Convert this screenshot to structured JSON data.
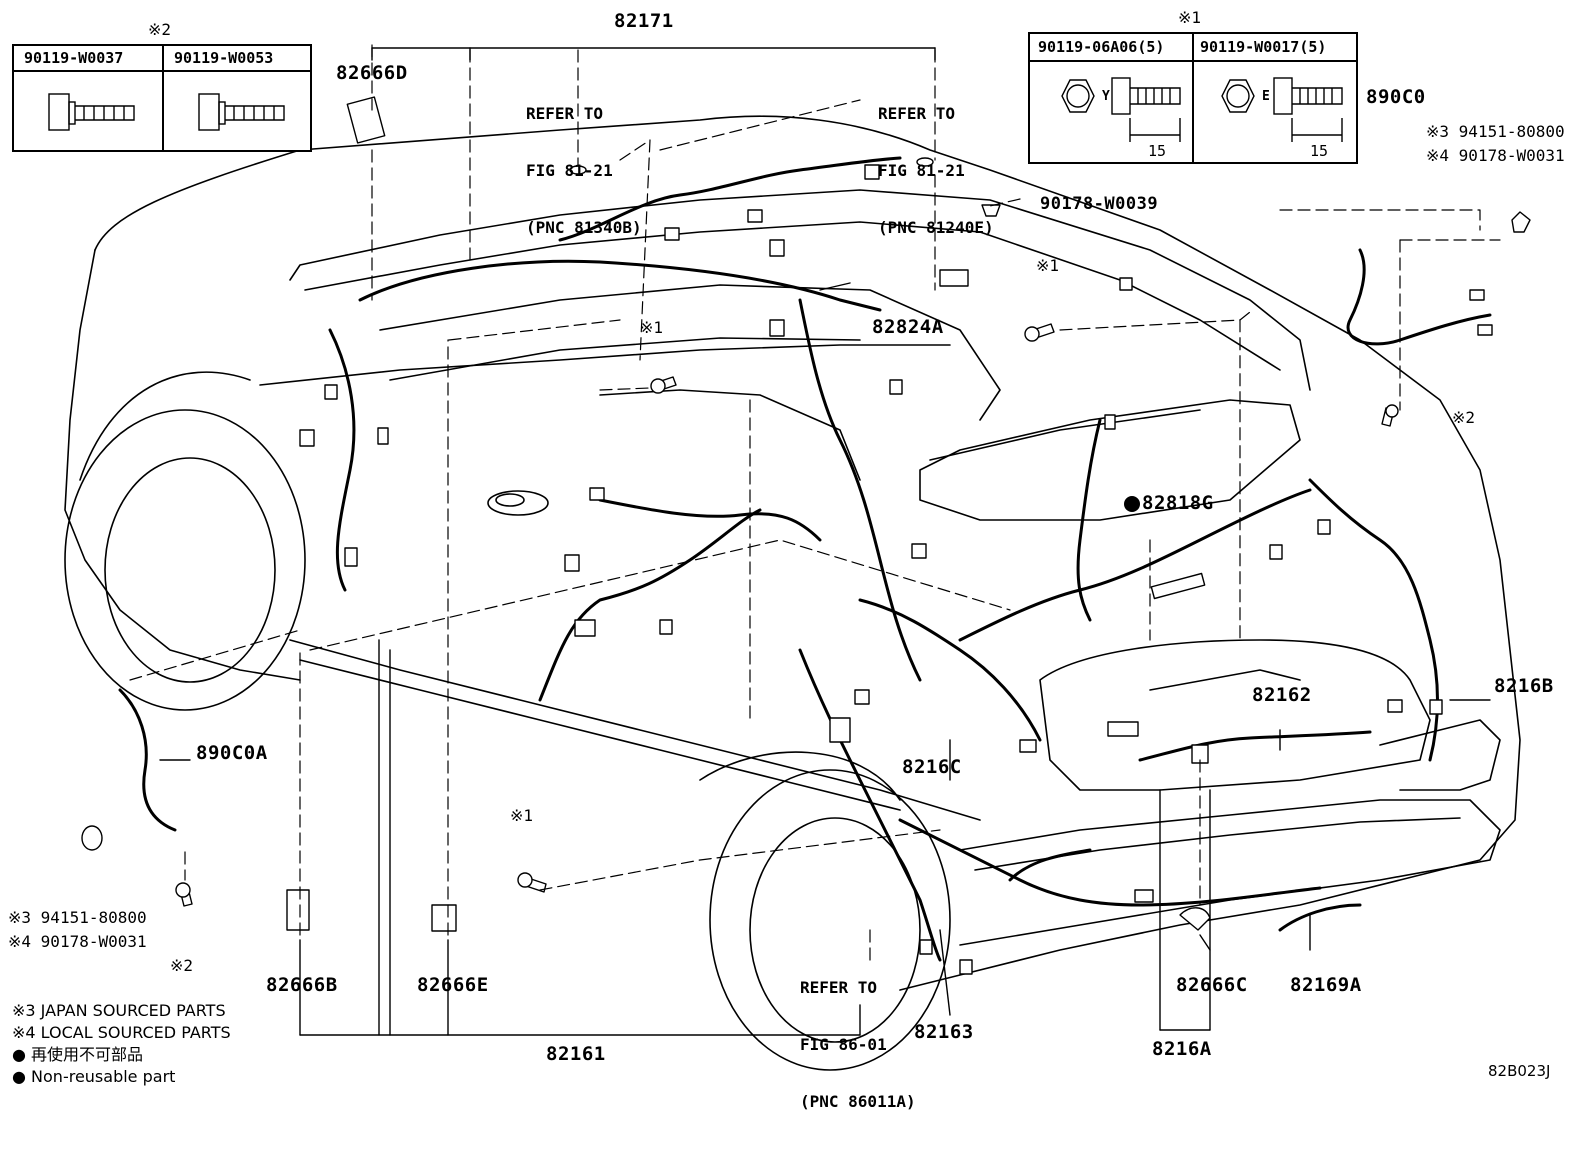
{
  "diagram_code": "82B023J",
  "part_labels": {
    "p82171": "82171",
    "p82666D": "82666D",
    "p82824A": "82824A",
    "p82818G": "82818G",
    "p890C0": "890C0",
    "p890C0A": "890C0A",
    "p8216B": "8216B",
    "p82162": "82162",
    "p8216C": "8216C",
    "p82666B": "82666B",
    "p82666E": "82666E",
    "p82161": "82161",
    "p82163": "82163",
    "p8216A": "8216A",
    "p82666C": "82666C",
    "p82169A": "82169A",
    "p90178_W0039": "90178-W0039"
  },
  "refer_notes": {
    "r1": [
      "REFER TO",
      "FIG 81-21",
      "(PNC 81340B)"
    ],
    "r2": [
      "REFER TO",
      "FIG 81-21",
      "(PNC 81240E)"
    ],
    "r3": [
      "REFER TO",
      "FIG 86-01",
      "(PNC 86011A)"
    ]
  },
  "marks": {
    "m1": "※1",
    "m2": "※2",
    "m3_right": "※3 94151-80800",
    "m4_right": "※4 90178-W0031",
    "m3_left": "※3 94151-80800",
    "m4_left": "※4 90178-W0031"
  },
  "bolt_table_left": {
    "mark": "※2",
    "cols": [
      "90119-W0037",
      "90119-W0053"
    ]
  },
  "bolt_table_right": {
    "mark": "※1",
    "cols": [
      "90119-06A06(5)",
      "90119-W0017(5)"
    ],
    "head_marks": [
      "Y",
      "E"
    ],
    "dims": [
      "15",
      "15"
    ]
  },
  "legend": {
    "l3": "※3 JAPAN SOURCED PARTS",
    "l4": "※4 LOCAL SOURCED PARTS",
    "l_jp": "● 再使用不可部品",
    "l_en": "● Non-reusable part"
  }
}
